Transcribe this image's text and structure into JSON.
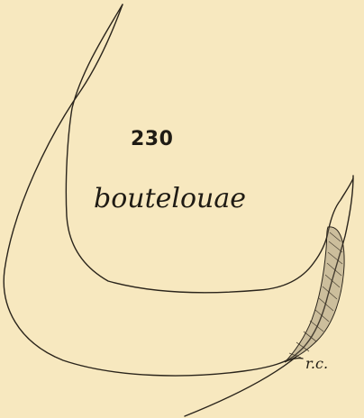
{
  "figure": {
    "number": "230",
    "species": "boutelouae",
    "annotation": "r.c."
  },
  "colors": {
    "paper": "#f7e8bf",
    "ink": "#1f1b14"
  }
}
